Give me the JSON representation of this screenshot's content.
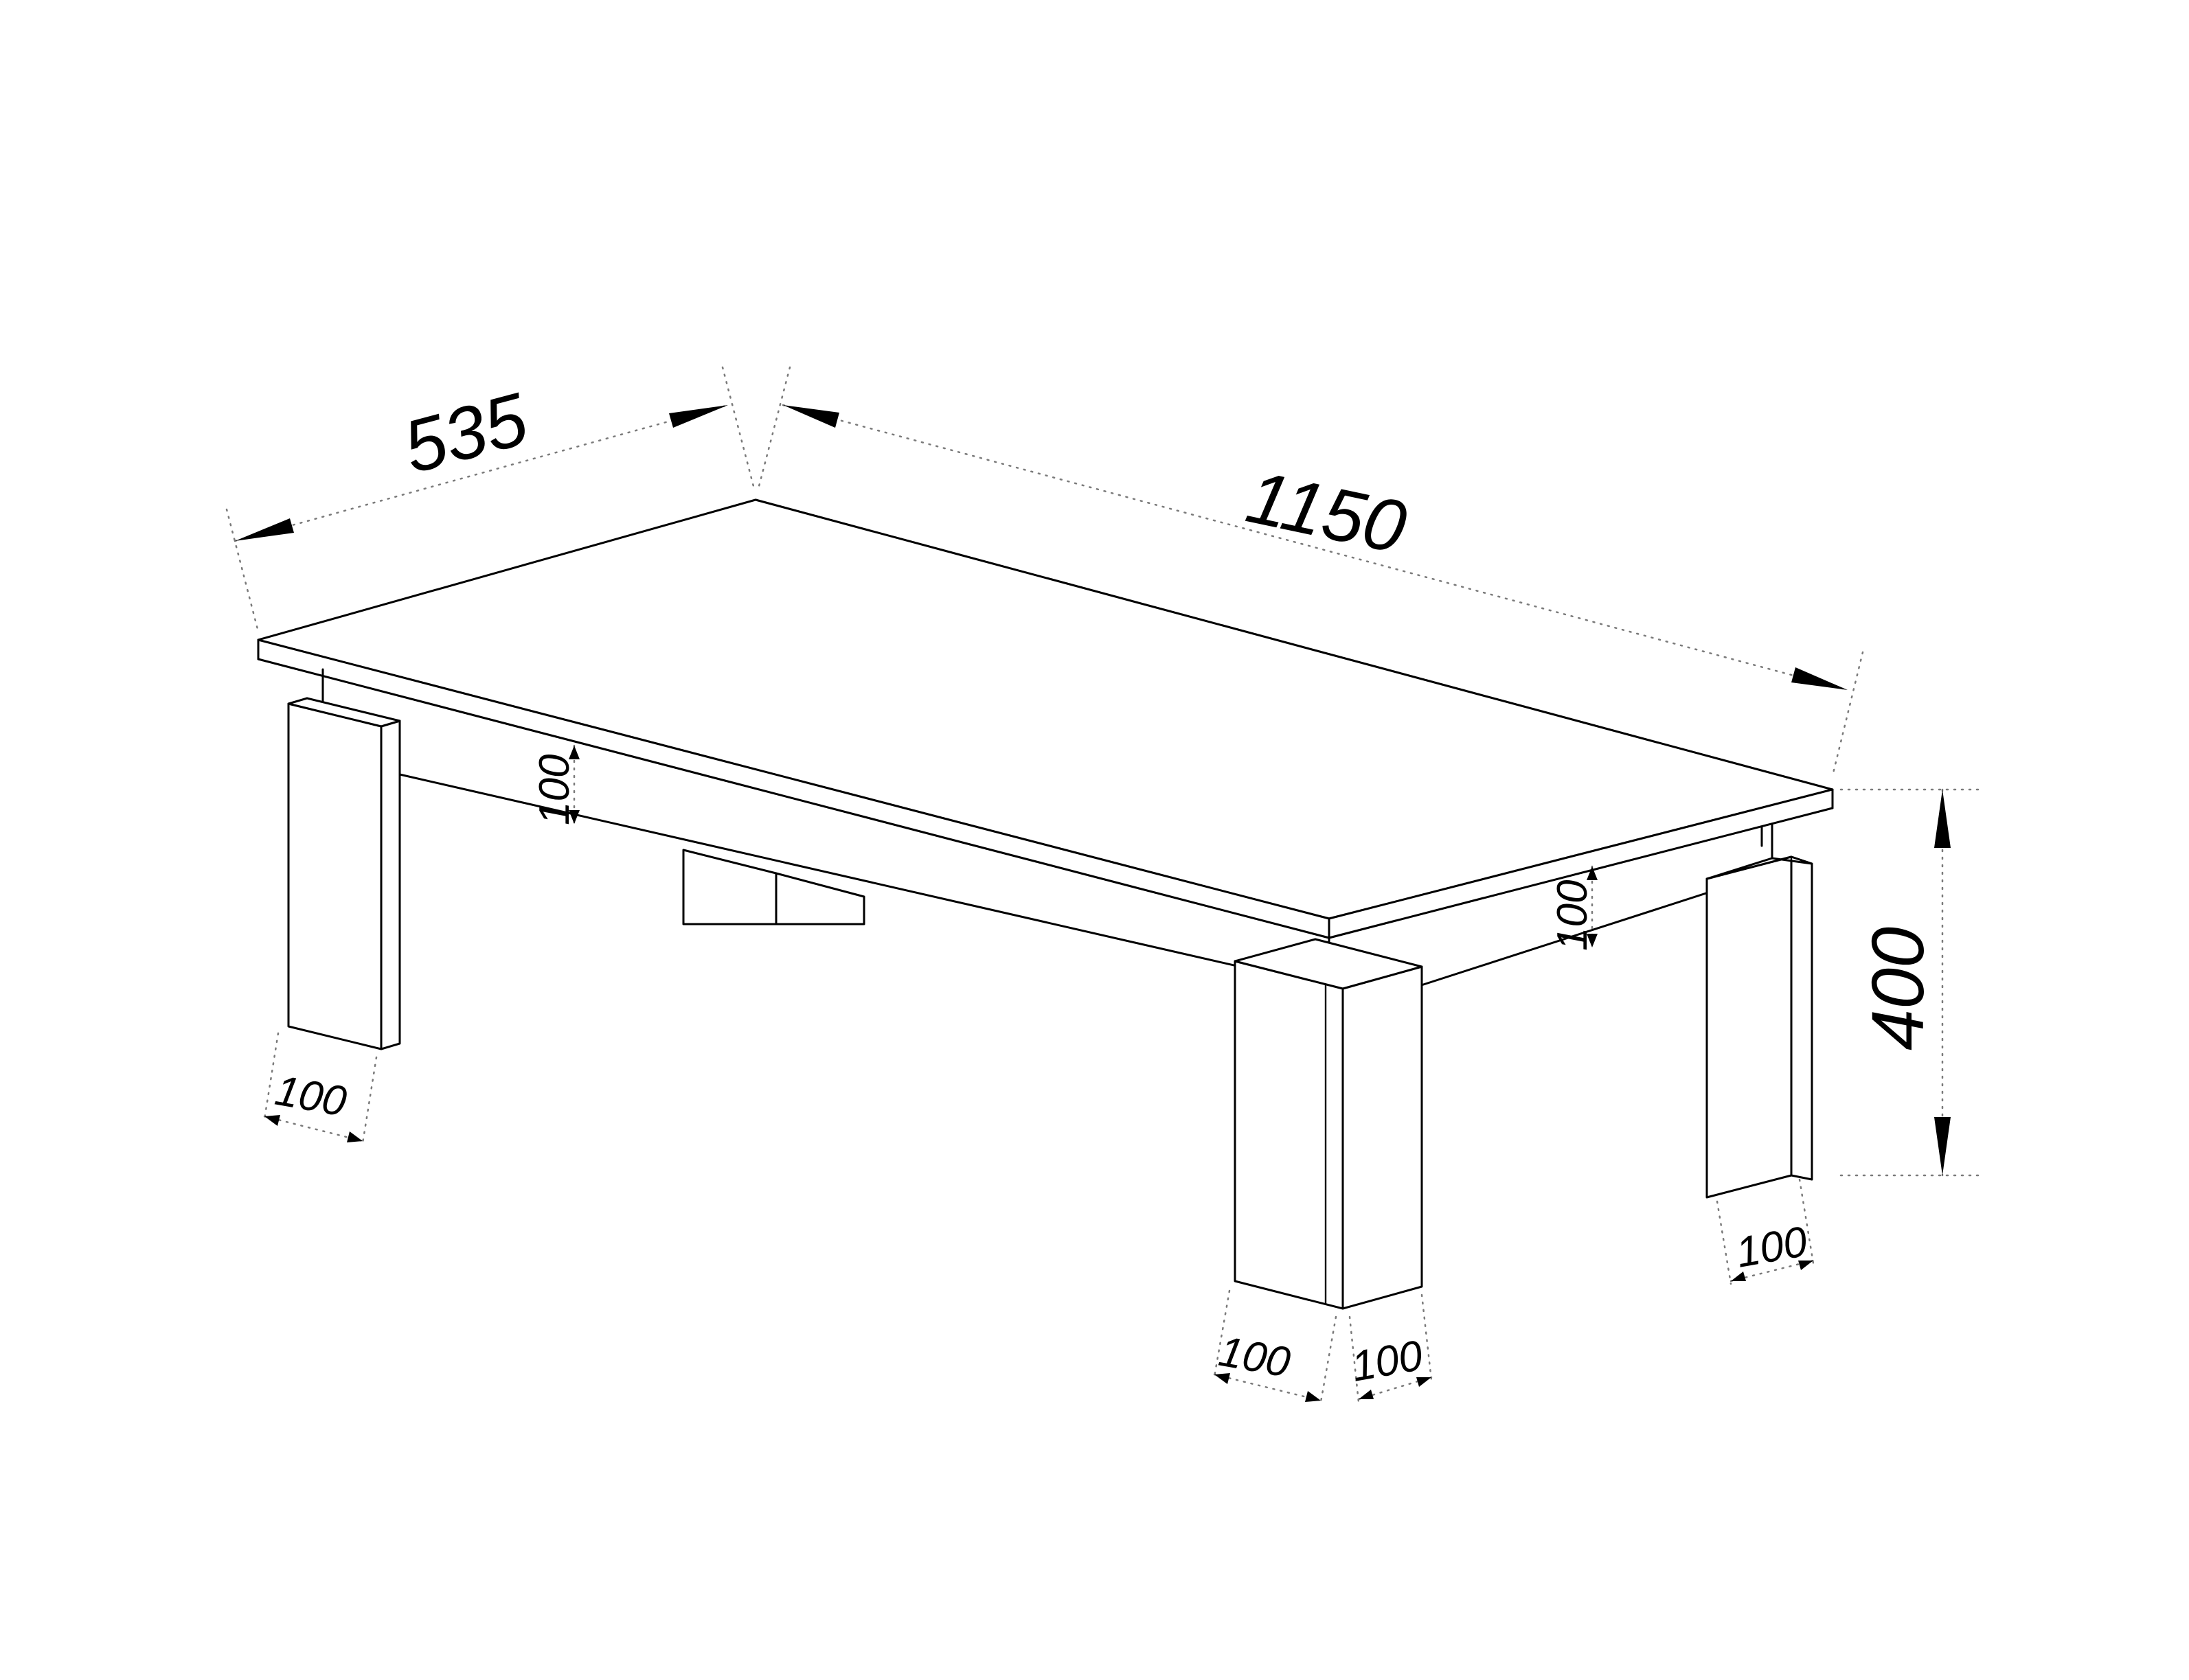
{
  "dimensions": {
    "depth": "535",
    "length": "1150",
    "height": "400",
    "apron_front_height": "100",
    "apron_right_height": "100",
    "leg_back_left_width": "100",
    "leg_front_left_width": "100",
    "leg_front_right_width": "100",
    "leg_back_right_width": "100"
  }
}
